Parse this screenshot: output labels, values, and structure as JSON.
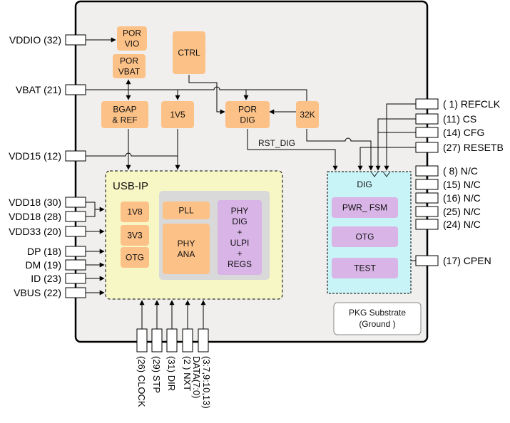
{
  "left_pins": [
    {
      "id": "vddio",
      "label": "VDDIO (32)"
    },
    {
      "id": "vbat",
      "label": "VBAT (21)"
    },
    {
      "id": "vdd15",
      "label": "VDD15 (12)"
    },
    {
      "id": "vdd18a",
      "label": "VDD18 (30)"
    },
    {
      "id": "vdd18b",
      "label": "VDD18 (28)"
    },
    {
      "id": "vdd33",
      "label": "VDD33 (20)"
    },
    {
      "id": "dp",
      "label": "DP (18)"
    },
    {
      "id": "dm",
      "label": "DM (19)"
    },
    {
      "id": "id",
      "label": "ID (23)"
    },
    {
      "id": "vbus",
      "label": "VBUS (22)"
    }
  ],
  "right_pins": [
    {
      "id": "refclk",
      "label": "( 1) REFCLK"
    },
    {
      "id": "cs",
      "label": "(11) CS"
    },
    {
      "id": "cfg",
      "label": "(14) CFG"
    },
    {
      "id": "resetb",
      "label": "(27) RESETB"
    },
    {
      "id": "nc8",
      "label": "( 8) N/C"
    },
    {
      "id": "nc15",
      "label": "(15) N/C"
    },
    {
      "id": "nc16",
      "label": "(16) N/C"
    },
    {
      "id": "nc25",
      "label": "(25) N/C"
    },
    {
      "id": "nc24",
      "label": "(24) N/C"
    },
    {
      "id": "cpen",
      "label": "(17) CPEN"
    }
  ],
  "bottom_pins": [
    {
      "id": "clock",
      "label": "(26) CLOCK"
    },
    {
      "id": "stp",
      "label": "(29) STP"
    },
    {
      "id": "dir",
      "label": "(31) DIR"
    },
    {
      "id": "nxt",
      "label": "(2 ) NXT"
    },
    {
      "id": "data",
      "label": "DATA(7:0)"
    },
    {
      "id": "data_pins",
      "label": "(3:7,9:10,13)"
    }
  ],
  "blocks": {
    "por_vio": [
      "POR",
      "VIO"
    ],
    "por_vbat": [
      "POR",
      "VBAT"
    ],
    "ctrl": [
      "CTRL"
    ],
    "bgap": [
      "BGAP",
      "& REF"
    ],
    "v1v5": [
      "1V5"
    ],
    "por_dig": [
      "POR",
      "DIG"
    ],
    "k32": [
      "32K"
    ],
    "v1v8": [
      "1V8"
    ],
    "v3v3": [
      "3V3"
    ],
    "otg_ana": [
      "OTG"
    ],
    "pll": [
      "PLL"
    ],
    "phy_ana": [
      "PHY",
      "ANA"
    ],
    "phy_dig": [
      "PHY",
      "DIG",
      "+",
      "ULPI",
      "+",
      "REGS"
    ],
    "pwr_fsm": [
      "PWR_ FSM"
    ],
    "otg_dig": [
      "OTG"
    ],
    "test": [
      "TEST"
    ]
  },
  "labels": {
    "usb_ip": "USB-IP",
    "dig": "DIG",
    "rst_dig": "RST_DIG",
    "pkg_line1": "PKG Substrate",
    "pkg_line2": "(Ground )"
  },
  "colors": {
    "chip_bg": "#f0efed",
    "orange_block": "#fcc187",
    "purple_block": "#d9b4e6",
    "usb_ip_bg": "#f7f6c5",
    "dig_bg": "#c8f3f7",
    "gray_region": "#d9d9d9"
  }
}
